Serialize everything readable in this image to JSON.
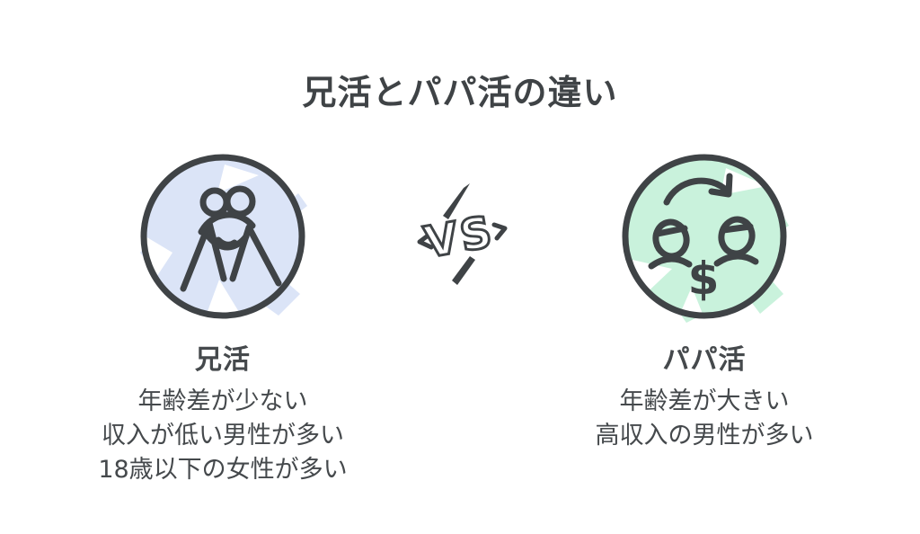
{
  "title": "兄活とパパ活の違い",
  "vs": {
    "label": "VS"
  },
  "left": {
    "label": "兄活",
    "icon": "hugging-people-icon",
    "description_lines": [
      "年齢差が少ない",
      "収入が低い男性が多い",
      "18歳以下の女性が多い"
    ]
  },
  "right": {
    "label": "パパ活",
    "icon": "money-exchange-face-icon",
    "dollar_symbol": "$",
    "description_lines": [
      "年齢差が大きい",
      "高収入の男性が多い"
    ]
  },
  "colors": {
    "background": "#ffffff",
    "ink": "#3f4346",
    "text": "#45494c",
    "left_accent": "#dbe4f7",
    "right_accent": "#c9f2dc"
  }
}
